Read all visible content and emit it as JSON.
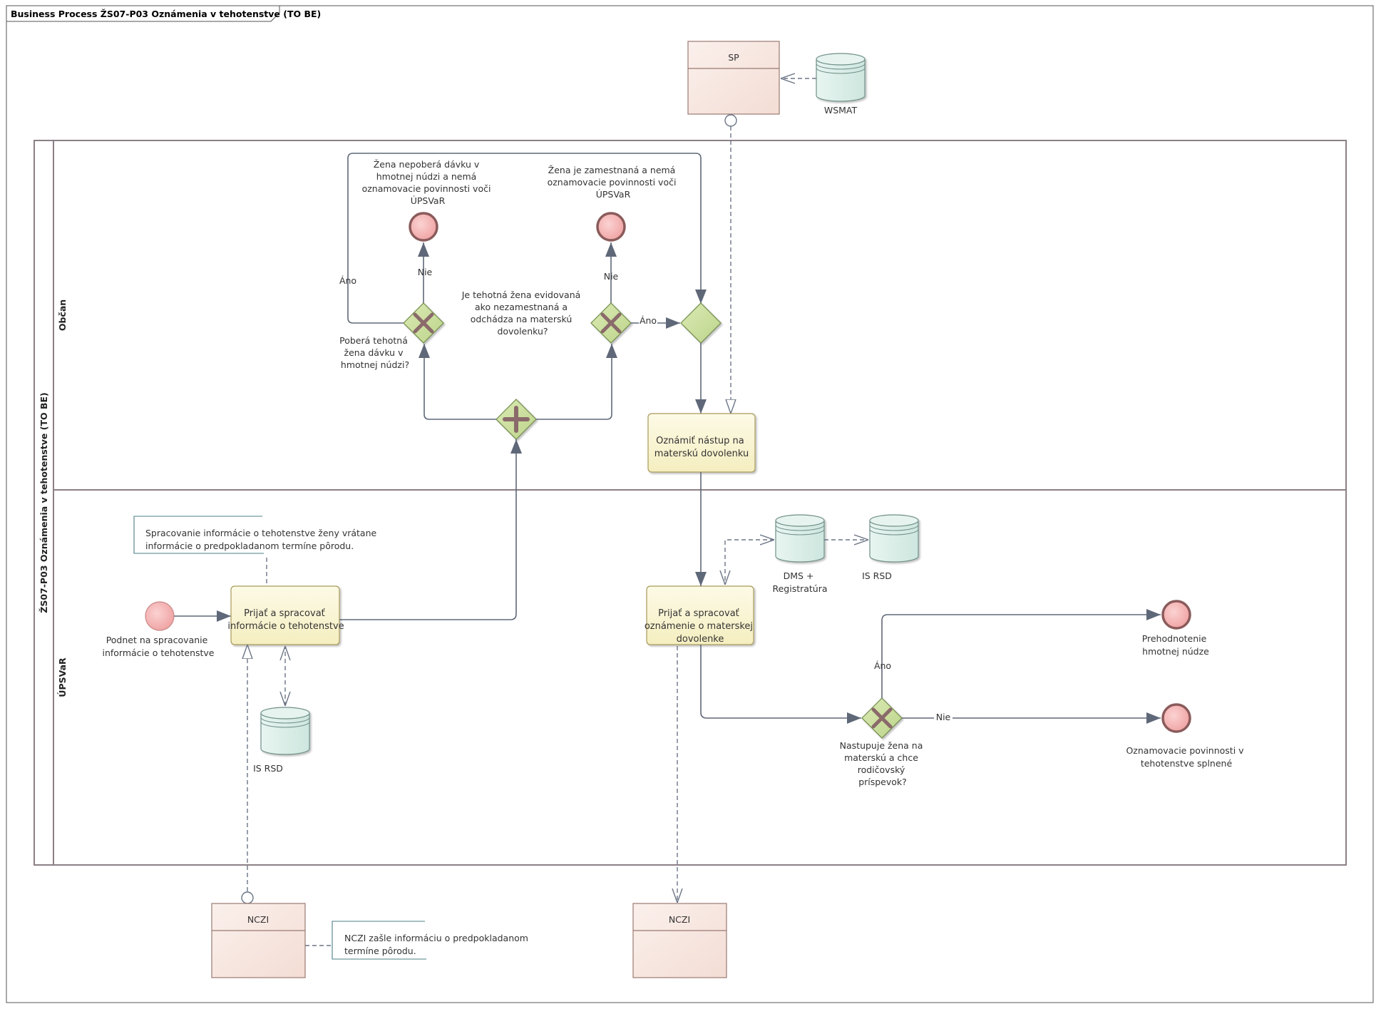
{
  "diagram": {
    "title": "Business Process ŽS07-P03 Oznámenia v tehotenstve (TO BE)",
    "pool_label": "ŽS07-P03 Oznámenia v tehotenstve (TO BE)",
    "lanes": {
      "obcan": "Občan",
      "upsvar": "ÚPSVaR"
    },
    "participants": {
      "sp": "SP",
      "nczi_left": "NCZI",
      "nczi_right": "NCZI"
    },
    "data_stores": {
      "wsmat": "WSMAT",
      "dms": [
        "DMS +",
        "Registratúra"
      ],
      "is_rsd_top": "IS RSD",
      "is_rsd_bottom": "IS RSD"
    },
    "tasks": {
      "prijat_tehotenstvo": [
        "Prijať a spracovať",
        "informácie o tehotenstve"
      ],
      "oznamit_nastup": [
        "Oznámiť nástup na",
        "materskú dovolenku"
      ],
      "prijat_oznamenie": [
        "Prijať a spracovať",
        "oznámenie o materskej",
        "dovolenke"
      ]
    },
    "events": {
      "start": [
        "Podnet na spracovanie",
        "informácie o tehotenstve"
      ],
      "end_davka": [
        "Žena nepoberá dávku v",
        "hmotnej núdzi a nemá",
        "oznamovacie povinnosti voči",
        "ÚPSVaR"
      ],
      "end_zamestnana": [
        "Žena je zamestnaná a nemá",
        "oznamovacie povinnosti voči",
        "ÚPSVaR"
      ],
      "end_prehodnotenie": [
        "Prehodnotenie",
        "hmotnej núdze"
      ],
      "end_splnene": [
        "Oznamovacie povinnosti v",
        "tehotenstve splnené"
      ]
    },
    "gateways": {
      "pobera": [
        "Poberá tehotná",
        "žena dávku v",
        "hmotnej núdzi?"
      ],
      "evidovana": [
        "Je tehotná žena evidovaná",
        "ako nezamestnaná a",
        "odchádza na materskú",
        "dovolenku?"
      ],
      "nastupuje": [
        "Nastupuje žena na",
        "materskú a chce",
        "rodičovský",
        "príspevok?"
      ]
    },
    "flow_labels": {
      "ano": "Áno",
      "nie": "Nie"
    },
    "notes": {
      "spracovanie": [
        "Spracovanie informácie o tehotenstve ženy vrátane",
        "informácie o predpokladanom termíne pôrodu."
      ],
      "nczi": [
        "NCZI zašle informáciu o predpokladanom",
        "termíne pôrodu."
      ]
    },
    "colors": {
      "task_fill": "#fbf6d4",
      "participant_fill": "#f8e6e0",
      "store_fill": "#dcefe9",
      "gateway_fill": "#cfe0a0",
      "event_fill": "#f4b8b8",
      "lane_border": "#8c7f86",
      "flow_line": "#5f6878"
    }
  }
}
